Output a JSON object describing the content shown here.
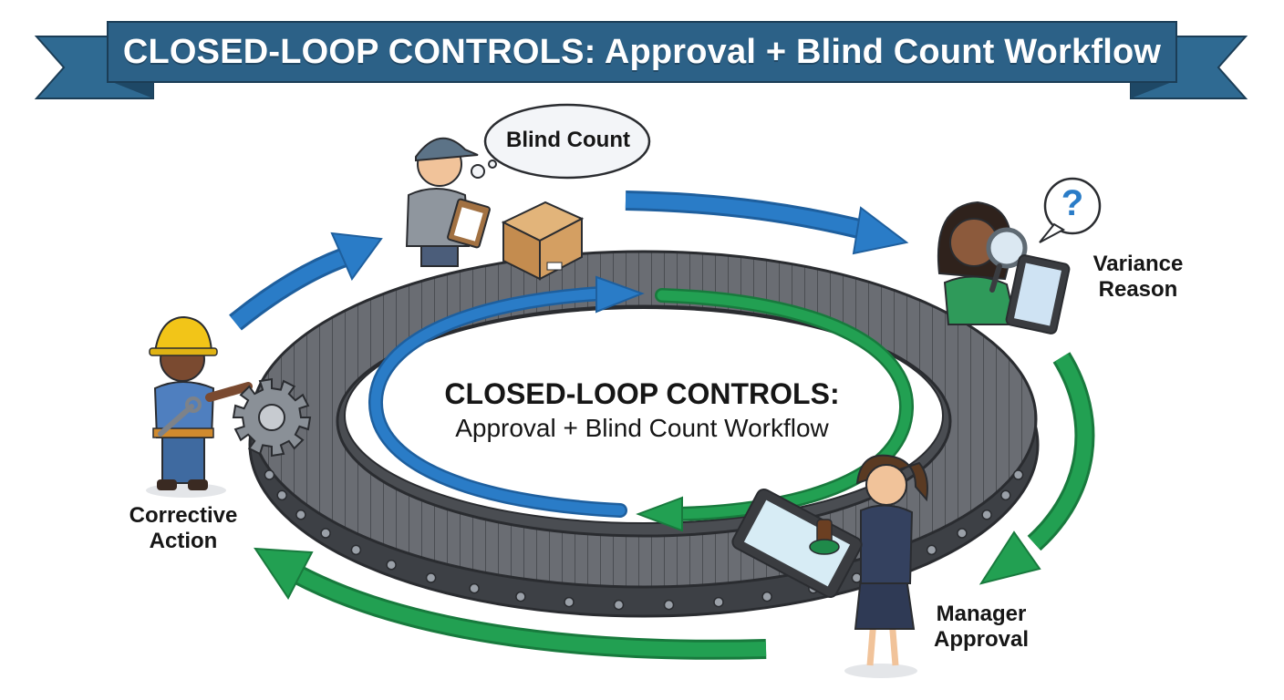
{
  "banner": {
    "title": "CLOSED-LOOP CONTROLS: Approval + Blind Count Workflow"
  },
  "center": {
    "title": "CLOSED-LOOP CONTROLS:",
    "subtitle": "Approval + Blind Count Workflow"
  },
  "steps": [
    {
      "id": "blind-count",
      "label": "Blind Count",
      "role": "counter with clipboard"
    },
    {
      "id": "variance-reason",
      "label": "Variance Reason",
      "role": "analyst with magnifier and tablet"
    },
    {
      "id": "manager-approval",
      "label": "Manager Approval",
      "role": "manager with stamp"
    },
    {
      "id": "corrective-action",
      "label": "Corrective Action",
      "role": "technician with gear"
    }
  ],
  "icons": {
    "question": "?",
    "names": [
      "box-icon",
      "clipboard-icon",
      "magnifier-icon",
      "tablet-icon",
      "stamp-icon",
      "gear-icon",
      "wrench-icon",
      "question-icon"
    ]
  },
  "colors": {
    "banner": "#2c6187",
    "banner_dark": "#1e4866",
    "arrow_blue": "#2a7cc7",
    "arrow_green": "#22a052",
    "conveyor": "#5a5d63",
    "text": "#161616"
  }
}
